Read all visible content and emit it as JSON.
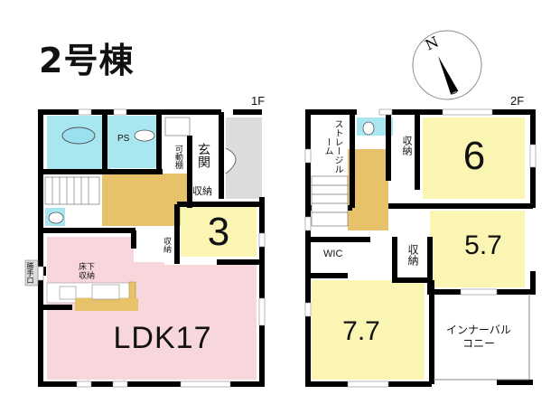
{
  "title": "2号棟",
  "compass": {
    "label": "N"
  },
  "floors": [
    {
      "label": "1F",
      "rooms": [
        {
          "name": "ldk",
          "label": "LDK17",
          "color": "#f8d7dc"
        },
        {
          "name": "room-3",
          "label": "3",
          "color": "#fbf5b4"
        },
        {
          "name": "entrance",
          "label": "玄関"
        },
        {
          "name": "movable-shelf",
          "label": "可動棚"
        },
        {
          "name": "storage-entrance",
          "label": "収納"
        },
        {
          "name": "storage-stairs",
          "label": "収納"
        },
        {
          "name": "underfloor-storage",
          "label": "床下収納"
        },
        {
          "name": "ps",
          "label": "PS"
        },
        {
          "name": "back-door",
          "label": "勝手口"
        },
        {
          "name": "hallway",
          "color": "#e8c26a"
        },
        {
          "name": "bath",
          "color": "#a8e6f0"
        },
        {
          "name": "porch",
          "color": "#dcdcdc"
        }
      ]
    },
    {
      "label": "2F",
      "rooms": [
        {
          "name": "room-6",
          "label": "6",
          "color": "#fbf5b4"
        },
        {
          "name": "room-5-7",
          "label": "5.7",
          "color": "#fbf5b4"
        },
        {
          "name": "room-7-7",
          "label": "7.7",
          "color": "#fbf5b4"
        },
        {
          "name": "storage-room",
          "label": "ストレージルーム"
        },
        {
          "name": "storage-6",
          "label": "収納"
        },
        {
          "name": "storage-5-7",
          "label": "収納"
        },
        {
          "name": "wic",
          "label": "WIC"
        },
        {
          "name": "inner-balcony",
          "label": "インナーバルコニー"
        },
        {
          "name": "hallway",
          "color": "#e8c26a"
        }
      ]
    }
  ]
}
